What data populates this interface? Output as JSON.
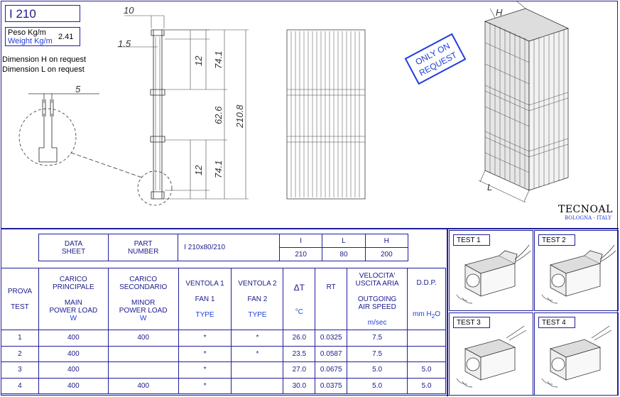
{
  "header": {
    "title": "I 210",
    "weight_label_it": "Peso Kg/m",
    "weight_label_en": "Weight Kg/m",
    "weight_value": "2.41",
    "dimension_h_note": "Dimension H on request",
    "dimension_l_note": "Dimension L on request"
  },
  "drawing": {
    "dim_top_width": "10",
    "dim_fin_thickness": "1.5",
    "dim_detail": "5",
    "dim_12_top": "12",
    "dim_74_top": "74.1",
    "dim_62": "62.6",
    "dim_total": "210.8",
    "dim_12_bottom": "12",
    "dim_74_bottom": "74.1",
    "dim_h_label": "H",
    "dim_l_label": "L",
    "stamp_line1": "ONLY ON",
    "stamp_line2": "REQUEST"
  },
  "logo": {
    "name": "TECNOAL",
    "city": "BOLOGNA - ITALY"
  },
  "part_table": {
    "data_sheet_1": "DATA",
    "data_sheet_2": "SHEET",
    "part_number_1": "PART",
    "part_number_2": "NUMBER",
    "part_number_value": "I 210x80/210",
    "col_i": "I",
    "col_l": "L",
    "col_h": "H",
    "val_i": "210",
    "val_l": "80",
    "val_h": "200"
  },
  "test_table": {
    "headers": {
      "prova_1": "PROVA",
      "prova_2": "TEST",
      "main_load_1": "CARICO",
      "main_load_2": "PRINCIPALE",
      "main_load_3": "MAIN",
      "main_load_4": "POWER LOAD",
      "main_load_unit": "W",
      "minor_load_1": "CARICO",
      "minor_load_2": "SECONDARIO",
      "minor_load_3": "MINOR",
      "minor_load_4": "POWER LOAD",
      "minor_load_unit": "W",
      "fan1_1": "VENTOLA 1",
      "fan1_2": "FAN 1",
      "fan1_unit": "TYPE",
      "fan2_1": "VENTOLA 2",
      "fan2_2": "FAN 2",
      "fan2_unit": "TYPE",
      "dt": "ΔT",
      "dt_unit": "°C",
      "rt": "RT",
      "speed_1": "VELOCITA'",
      "speed_2": "USCITA ARIA",
      "speed_3": "OUTGOING",
      "speed_4": "AIR SPEED",
      "speed_unit": "m/sec",
      "ddp": "D.D.P.",
      "ddp_unit": "mm H",
      "ddp_sub": "2",
      "ddp_o": "O"
    },
    "rows": [
      {
        "test": "1",
        "main": "400",
        "minor": "400",
        "fan1": "*",
        "fan2": "*",
        "dt": "26.0",
        "rt": "0.0325",
        "speed": "7.5",
        "ddp": ""
      },
      {
        "test": "2",
        "main": "400",
        "minor": "",
        "fan1": "*",
        "fan2": "*",
        "dt": "23.5",
        "rt": "0.0587",
        "speed": "7.5",
        "ddp": ""
      },
      {
        "test": "3",
        "main": "400",
        "minor": "",
        "fan1": "*",
        "fan2": "",
        "dt": "27.0",
        "rt": "0.0675",
        "speed": "5.0",
        "ddp": "5.0"
      },
      {
        "test": "4",
        "main": "400",
        "minor": "400",
        "fan1": "*",
        "fan2": "",
        "dt": "30.0",
        "rt": "0.0375",
        "speed": "5.0",
        "ddp": "5.0"
      }
    ]
  },
  "tests": {
    "test1": "TEST  1",
    "test2": "TEST  2",
    "test3": "TEST  3",
    "test4": "TEST  4"
  }
}
